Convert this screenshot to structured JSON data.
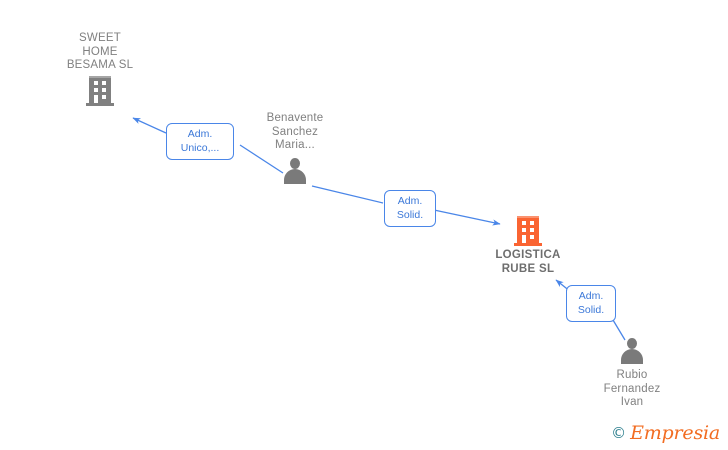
{
  "diagram": {
    "type": "corporate-relationship-graph",
    "background": "#ffffff",
    "edge_color": "#4a86e8",
    "node_gray": "#808080",
    "accent_orange": "#fa6432"
  },
  "nodes": [
    {
      "id": "sweet-home",
      "kind": "company",
      "icon": "building-icon",
      "label": "SWEET\nHOME\nBESAMA  SL",
      "label_position": "above",
      "color": "#808080",
      "highlight": false
    },
    {
      "id": "benavente",
      "kind": "person",
      "icon": "person-icon",
      "label": "Benavente\nSanchez\nMaria...",
      "label_position": "above",
      "color": "#7a7a7a",
      "highlight": false
    },
    {
      "id": "logistica-rube",
      "kind": "company",
      "icon": "building-icon",
      "label": "LOGISTICA\nRUBE  SL",
      "label_position": "below",
      "color": "#fa6432",
      "highlight": true
    },
    {
      "id": "rubio-fernandez",
      "kind": "person",
      "icon": "person-icon",
      "label": "Rubio\nFernandez\nIvan",
      "label_position": "below",
      "color": "#7a7a7a",
      "highlight": false
    }
  ],
  "relations": [
    {
      "id": "rel-1",
      "from": "benavente",
      "to": "sweet-home",
      "label": "Adm.\nUnico,...",
      "color": "#3b78d8"
    },
    {
      "id": "rel-2",
      "from": "benavente",
      "to": "logistica-rube",
      "label": "Adm.\nSolid.",
      "color": "#3b78d8"
    },
    {
      "id": "rel-3",
      "from": "rubio-fernandez",
      "to": "logistica-rube",
      "label": "Adm.\nSolid.",
      "color": "#3b78d8"
    }
  ],
  "watermark": {
    "copyright": "©",
    "brand": "Empresia",
    "copyright_color": "#2e7f8e",
    "brand_color": "#f26c21"
  }
}
